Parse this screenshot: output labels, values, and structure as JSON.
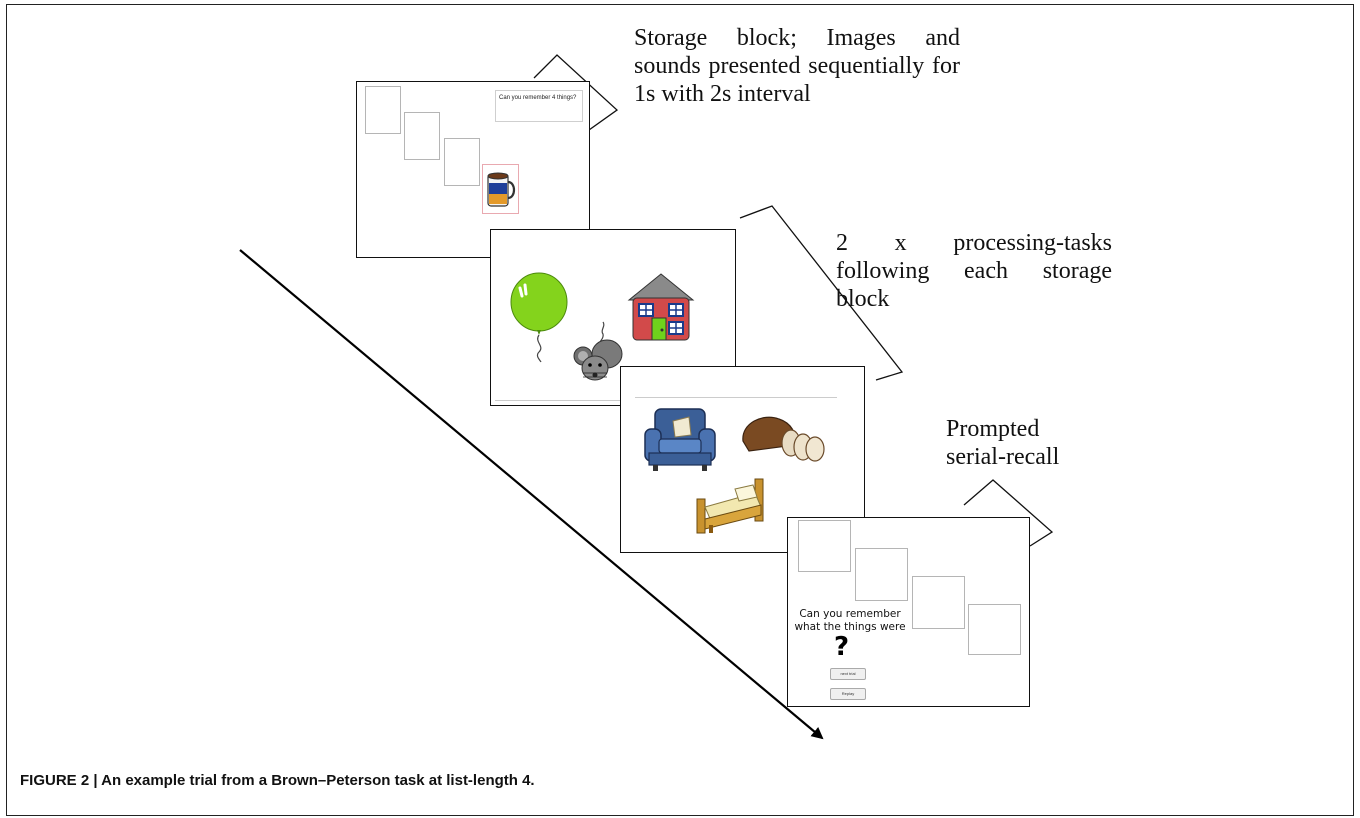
{
  "annotations": {
    "storage": "Storage block; Images and sounds presented sequentially for 1s with 2s interval",
    "processing": "2 x processing-tasks following each storage block",
    "recall": "Prompted serial-recall"
  },
  "screens": {
    "storage": {
      "prompt": "Can you remember 4 things?"
    },
    "recall": {
      "prompt": "Can you remember what the things were",
      "question_mark": "?",
      "buttons": [
        "next trial",
        "Replay"
      ]
    }
  },
  "caption": "FIGURE 2 | An example trial from a Brown–Peterson task at list-length 4."
}
